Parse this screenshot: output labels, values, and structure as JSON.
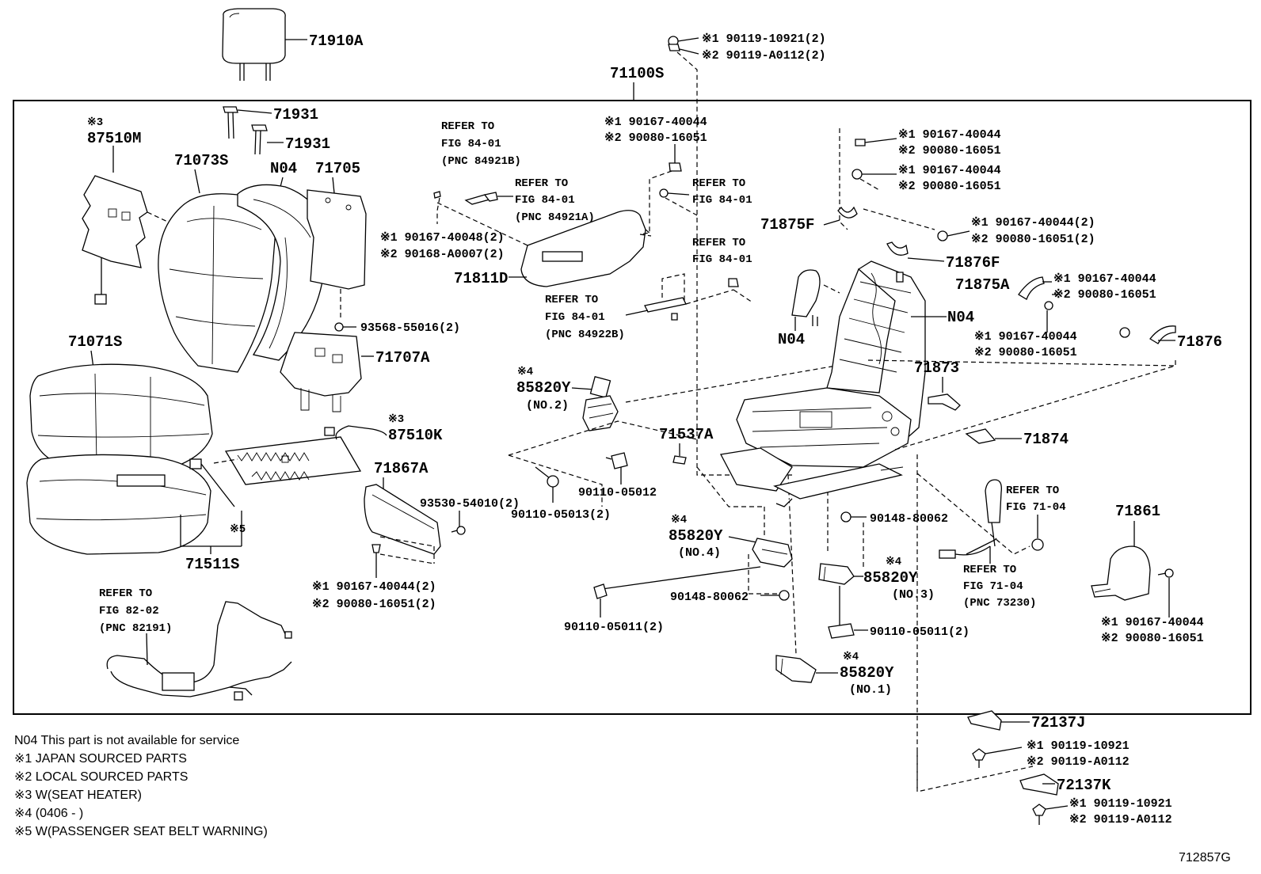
{
  "diagram": {
    "labels": {
      "p71910A": "71910A",
      "p71100S": "71100S",
      "p71931a": "71931",
      "p71931b": "71931",
      "n3a": "※3",
      "p87510M": "87510M",
      "p71073S": "71073S",
      "pN04a": "N04",
      "p71705": "71705",
      "p93568": "93568-55016(2)",
      "p71707A": "71707A",
      "p71071S": "71071S",
      "n3b": "※3",
      "p87510K": "87510K",
      "n5": "※5",
      "p71511S": "71511S",
      "p71867A": "71867A",
      "p93530": "93530-54010(2)",
      "bolt71867_1": "※1 90167-40044(2)",
      "bolt71867_2": "※2 90080-16051(2)",
      "ref82_1": "REFER TO",
      "ref82_2": "FIG 82-02",
      "ref82_3": "(PNC 82191)",
      "ref84B_1": "REFER TO",
      "ref84B_2": "FIG 84-01",
      "ref84B_3": "(PNC 84921B)",
      "ref84A_1": "REFER TO",
      "ref84A_2": "FIG 84-01",
      "ref84A_3": "(PNC 84921A)",
      "bolt71811_1": "※1 90167-40048(2)",
      "bolt71811_2": "※2 90168-A0007(2)",
      "p71811D": "71811D",
      "ref84_22B_1": "REFER TO",
      "ref84_22B_2": "FIG 84-01",
      "ref84_22B_3": "(PNC 84922B)",
      "topbolt_1": "※1 90119-10921(2)",
      "topbolt_2": "※2 90119-A0112(2)",
      "midbolt_1": "※1 90167-40044",
      "midbolt_2": "※2 90080-16051",
      "refA_1": "REFER TO",
      "refA_2": "FIG 84-01",
      "refB_1": "REFER TO",
      "refB_2": "FIG 84-01",
      "n4a": "※4",
      "p85820Y_2": "85820Y",
      "no2": "(NO.2)",
      "p71537A": "71537A",
      "p90110_05012": "90110-05012",
      "p90110_05013": "90110-05013(2)",
      "n4b": "※4",
      "p85820Y_4": "85820Y",
      "no4": "(NO.4)",
      "p90148_a": "90148-80062",
      "p90148_b": "90148-80062",
      "n4c": "※4",
      "p85820Y_3": "85820Y",
      "no3": "(NO.3)",
      "p90110_05011a": "90110-05011(2)",
      "p90110_05011b": "90110-05011(2)",
      "n4d": "※4",
      "p85820Y_1": "85820Y",
      "no1": "(NO.1)",
      "rb1_1": "※1 90167-40044",
      "rb1_2": "※2 90080-16051",
      "rb2_1": "※1 90167-40044",
      "rb2_2": "※2 90080-16051",
      "p71875F": "71875F",
      "rb3_1": "※1 90167-40044(2)",
      "rb3_2": "※2 90080-16051(2)",
      "p71876F": "71876F",
      "p71875A": "71875A",
      "rb4_1": "※1 90167-40044",
      "rb4_2": "※2 90080-16051",
      "pN04b": "N04",
      "pN04c": "N04",
      "rb5_1": "※1 90167-40044",
      "rb5_2": "※2 90080-16051",
      "p71876": "71876",
      "p71873": "71873",
      "p71874": "71874",
      "ref71_1": "REFER TO",
      "ref71_2": "FIG 71-04",
      "ref71b_1": "REFER TO",
      "ref71b_2": "FIG 71-04",
      "ref71b_3": "(PNC 73230)",
      "p71861": "71861",
      "rb6_1": "※1 90167-40044",
      "rb6_2": "※2 90080-16051",
      "p72137J": "72137J",
      "rb7_1": "※1 90119-10921",
      "rb7_2": "※2 90119-A0112",
      "p72137K": "72137K",
      "rb8_1": "※1 90119-10921",
      "rb8_2": "※2 90119-A0112",
      "figId": "712857G"
    },
    "notes": [
      "N04 This part is not available for service",
      "※1 JAPAN SOURCED PARTS",
      "※2 LOCAL SOURCED PARTS",
      "※3 W(SEAT HEATER)",
      "※4 (0406 -        )",
      "※5 W(PASSENGER SEAT BELT WARNING)"
    ]
  }
}
